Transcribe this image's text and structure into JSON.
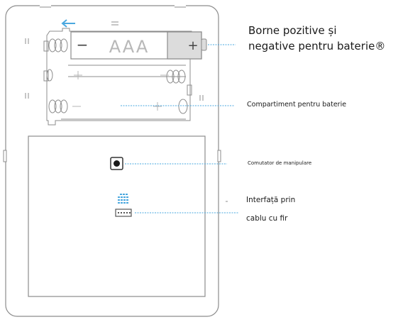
{
  "battery": {
    "type_label": "AAA",
    "minus_sign": "−",
    "plus_sign": "+"
  },
  "labels": {
    "battery_terminals_line1": "Borne pozitive și",
    "battery_terminals_line2": "negative pentru baterie®",
    "battery_compartment": "Compartiment pentru baterie",
    "tamper_switch": "Comutator de manipulare",
    "wired_interface_line1": "Interfață prin",
    "wired_interface_line2": "cablu cu fir"
  },
  "colors": {
    "outline": "#8c8c8c",
    "accent": "#4aa8df",
    "text": "#1a1a1a",
    "battery_cap": "#dcdcdc"
  },
  "icons": {
    "insert_direction": "arrow-left-icon"
  }
}
